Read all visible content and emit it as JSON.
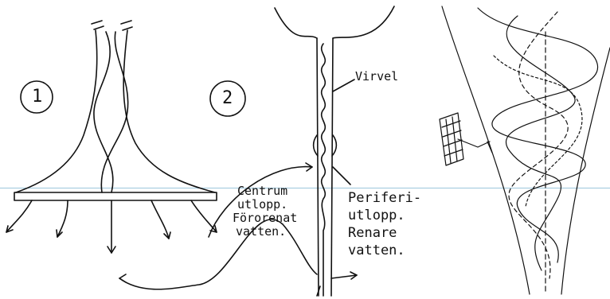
{
  "diagram": {
    "figure1": {
      "number": "1"
    },
    "figure2": {
      "number": "2",
      "label_vortex": "Virvel",
      "label_center_outlet": [
        "Centrum",
        "utlopp.",
        "Förorenat",
        "vatten."
      ],
      "label_peripheral_outlet": [
        "Periferi-",
        "utlopp.",
        "Renare",
        "vatten."
      ]
    },
    "colors": {
      "ink": "#111111",
      "background": "#ffffff",
      "ruled_line": "#9bc6dc"
    }
  }
}
